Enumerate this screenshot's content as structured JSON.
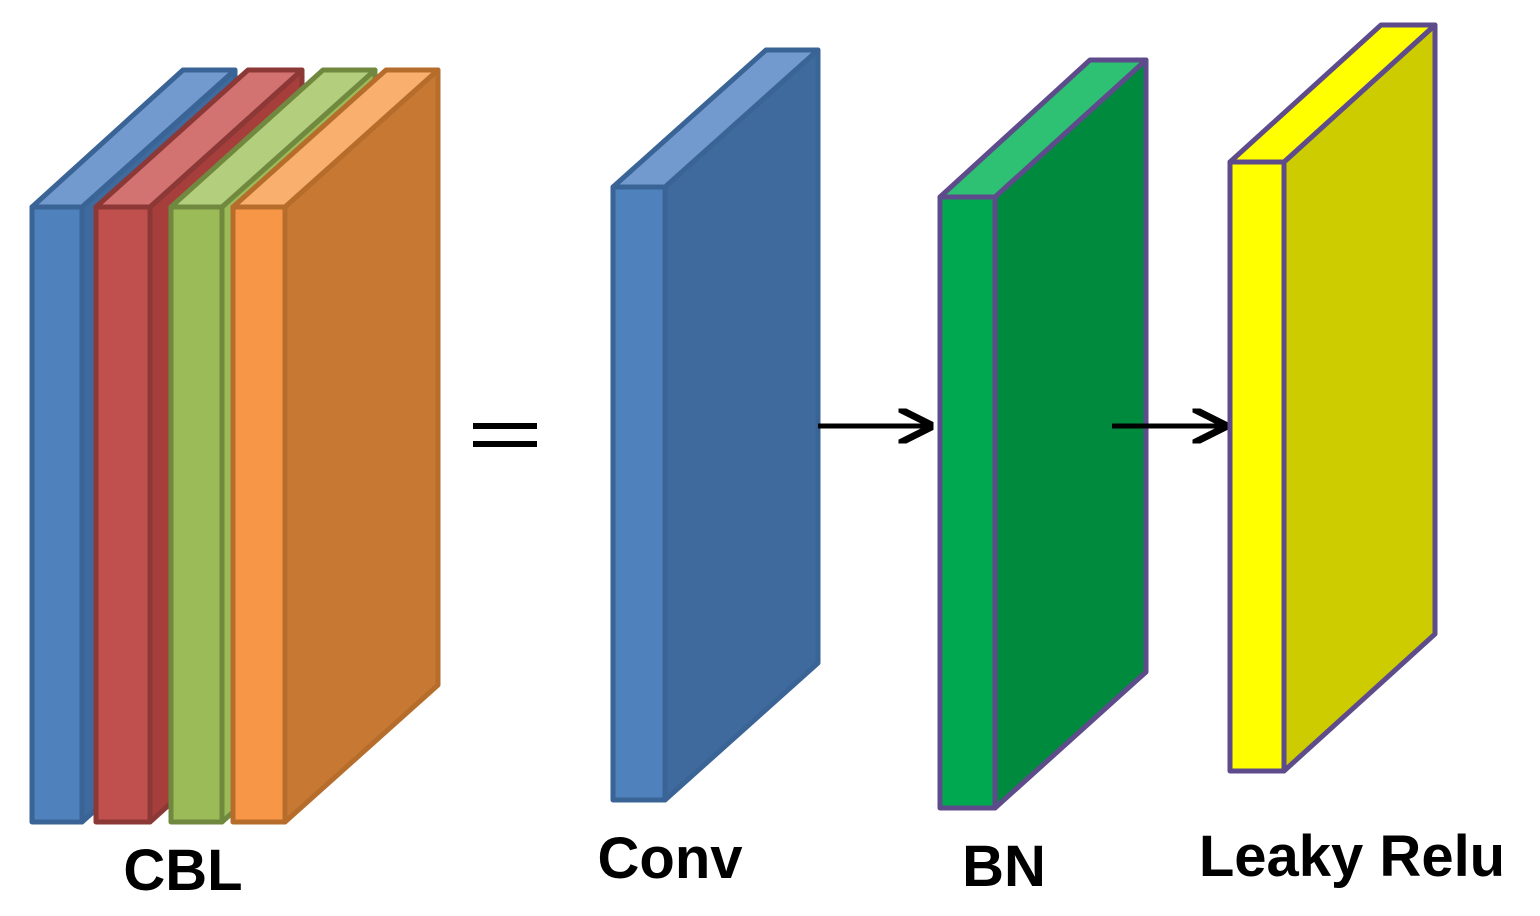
{
  "labels": {
    "cbl": "CBL",
    "equals": "=",
    "conv": "Conv",
    "bn": "BN",
    "leaky_relu": "Leaky Relu"
  },
  "colors": {
    "blue": "#4F81BD",
    "blue_side": "#3F6A9E",
    "blue_top": "#729ACE",
    "blue_edge": "#3A6496",
    "red": "#C0504D",
    "red_side": "#A63E3C",
    "red_top": "#D37371",
    "red_edge": "#8C3836",
    "green_light": "#9BBB59",
    "green_light_top": "#B3CF7E",
    "green_light_edge": "#71893F",
    "orange": "#F79646",
    "orange_side": "#C77933",
    "orange_top": "#F9AF6E",
    "orange_edge": "#B66D2C",
    "bn_front": "#00A84F",
    "bn_side": "#008A3E",
    "bn_top": "#2EC073",
    "yellow": "#FFFF00",
    "yellow_side": "#CCCC00",
    "purple_edge": "#5E4B8B",
    "arrow": "#000000"
  }
}
